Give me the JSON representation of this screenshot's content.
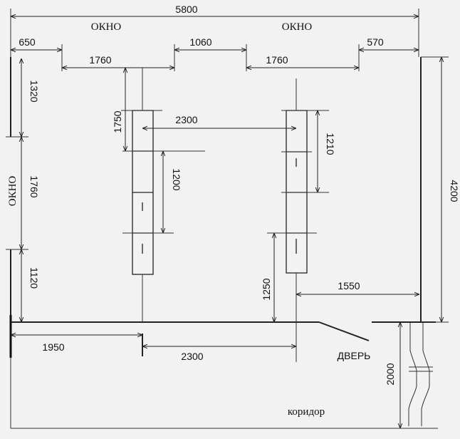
{
  "labels": {
    "window_top_left": "ОКНО",
    "window_top_right": "ОКНО",
    "window_left": "ОКНО",
    "door": "ДВЕРЬ",
    "corridor": "коридор"
  },
  "dimensions": {
    "total_width": "5800",
    "top_left_wall": "650",
    "window_left_width": "1760",
    "top_middle_wall": "1060",
    "window_right_width": "1760",
    "top_right_wall": "570",
    "left_wall_top": "1320",
    "left_window_height": "1760",
    "left_wall_bottom": "1120",
    "room_depth": "4200",
    "desk_left_top_offset": "1750",
    "desk_spacing": "2300",
    "desk_left_section": "1200",
    "desk_right_section": "1210",
    "desk_right_bottom_offset": "1250",
    "desk_right_to_wall": "1550",
    "bottom_left_offset": "1950",
    "bottom_desk_spacing": "2300",
    "corridor_depth": "2000"
  }
}
